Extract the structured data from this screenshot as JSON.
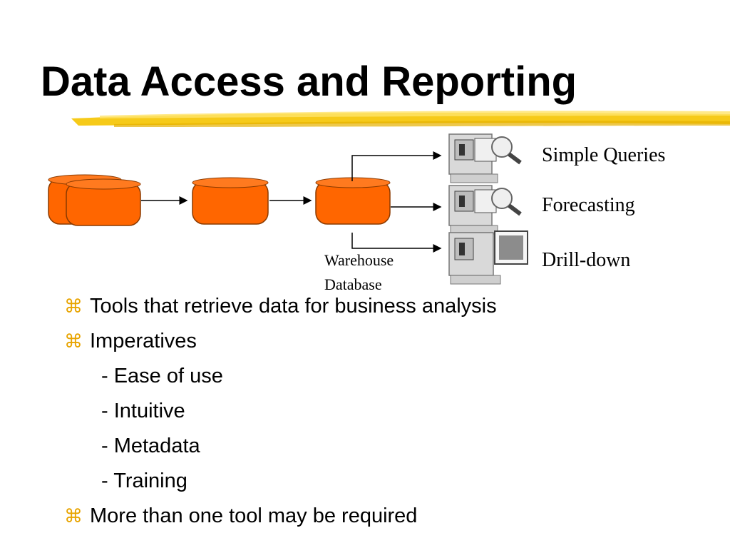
{
  "slide": {
    "title": "Data Access and Reporting"
  },
  "diagram": {
    "warehouse_label_line1": "Warehouse",
    "warehouse_label_line2": "Database",
    "outputs": [
      {
        "label": "Simple  Queries",
        "icon": "computer-magnifier-icon"
      },
      {
        "label": "Forecasting",
        "icon": "computer-magnifier-icon"
      },
      {
        "label": "Drill-down",
        "icon": "computer-chart-icon"
      }
    ],
    "colors": {
      "cylinder_fill": "#ff6600",
      "cylinder_edge": "#8a3a00",
      "underline": "#f5c400"
    }
  },
  "bullets": {
    "glyph": "⌘",
    "glyph_color": "#e8a400",
    "item1": "Tools  that retrieve data for business analysis",
    "item2": "Imperatives",
    "sub1": "- Ease of use",
    "sub2": "- Intuitive",
    "sub3": "- Metadata",
    "sub4": "- Training",
    "item3": "More than one tool may be required"
  }
}
